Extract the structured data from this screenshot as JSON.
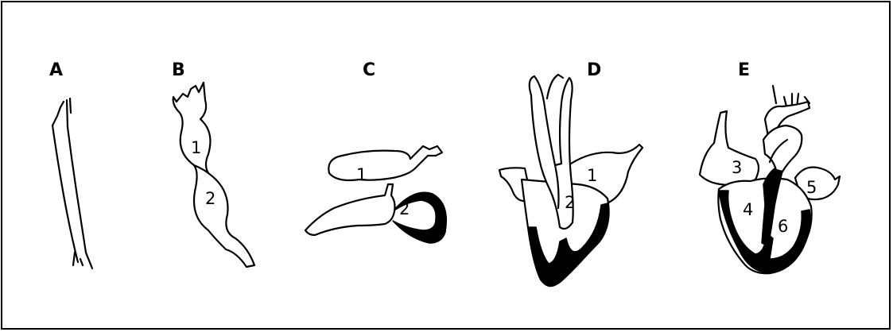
{
  "panels": [
    {
      "label": "A",
      "numbers": []
    },
    {
      "label": "B",
      "numbers": [
        "1",
        "2"
      ]
    },
    {
      "label": "C",
      "numbers": [
        "1",
        "2"
      ]
    },
    {
      "label": "D",
      "numbers": [
        "1",
        "2"
      ]
    },
    {
      "label": "E",
      "numbers": [
        "3",
        "4",
        "5",
        "6"
      ]
    }
  ]
}
